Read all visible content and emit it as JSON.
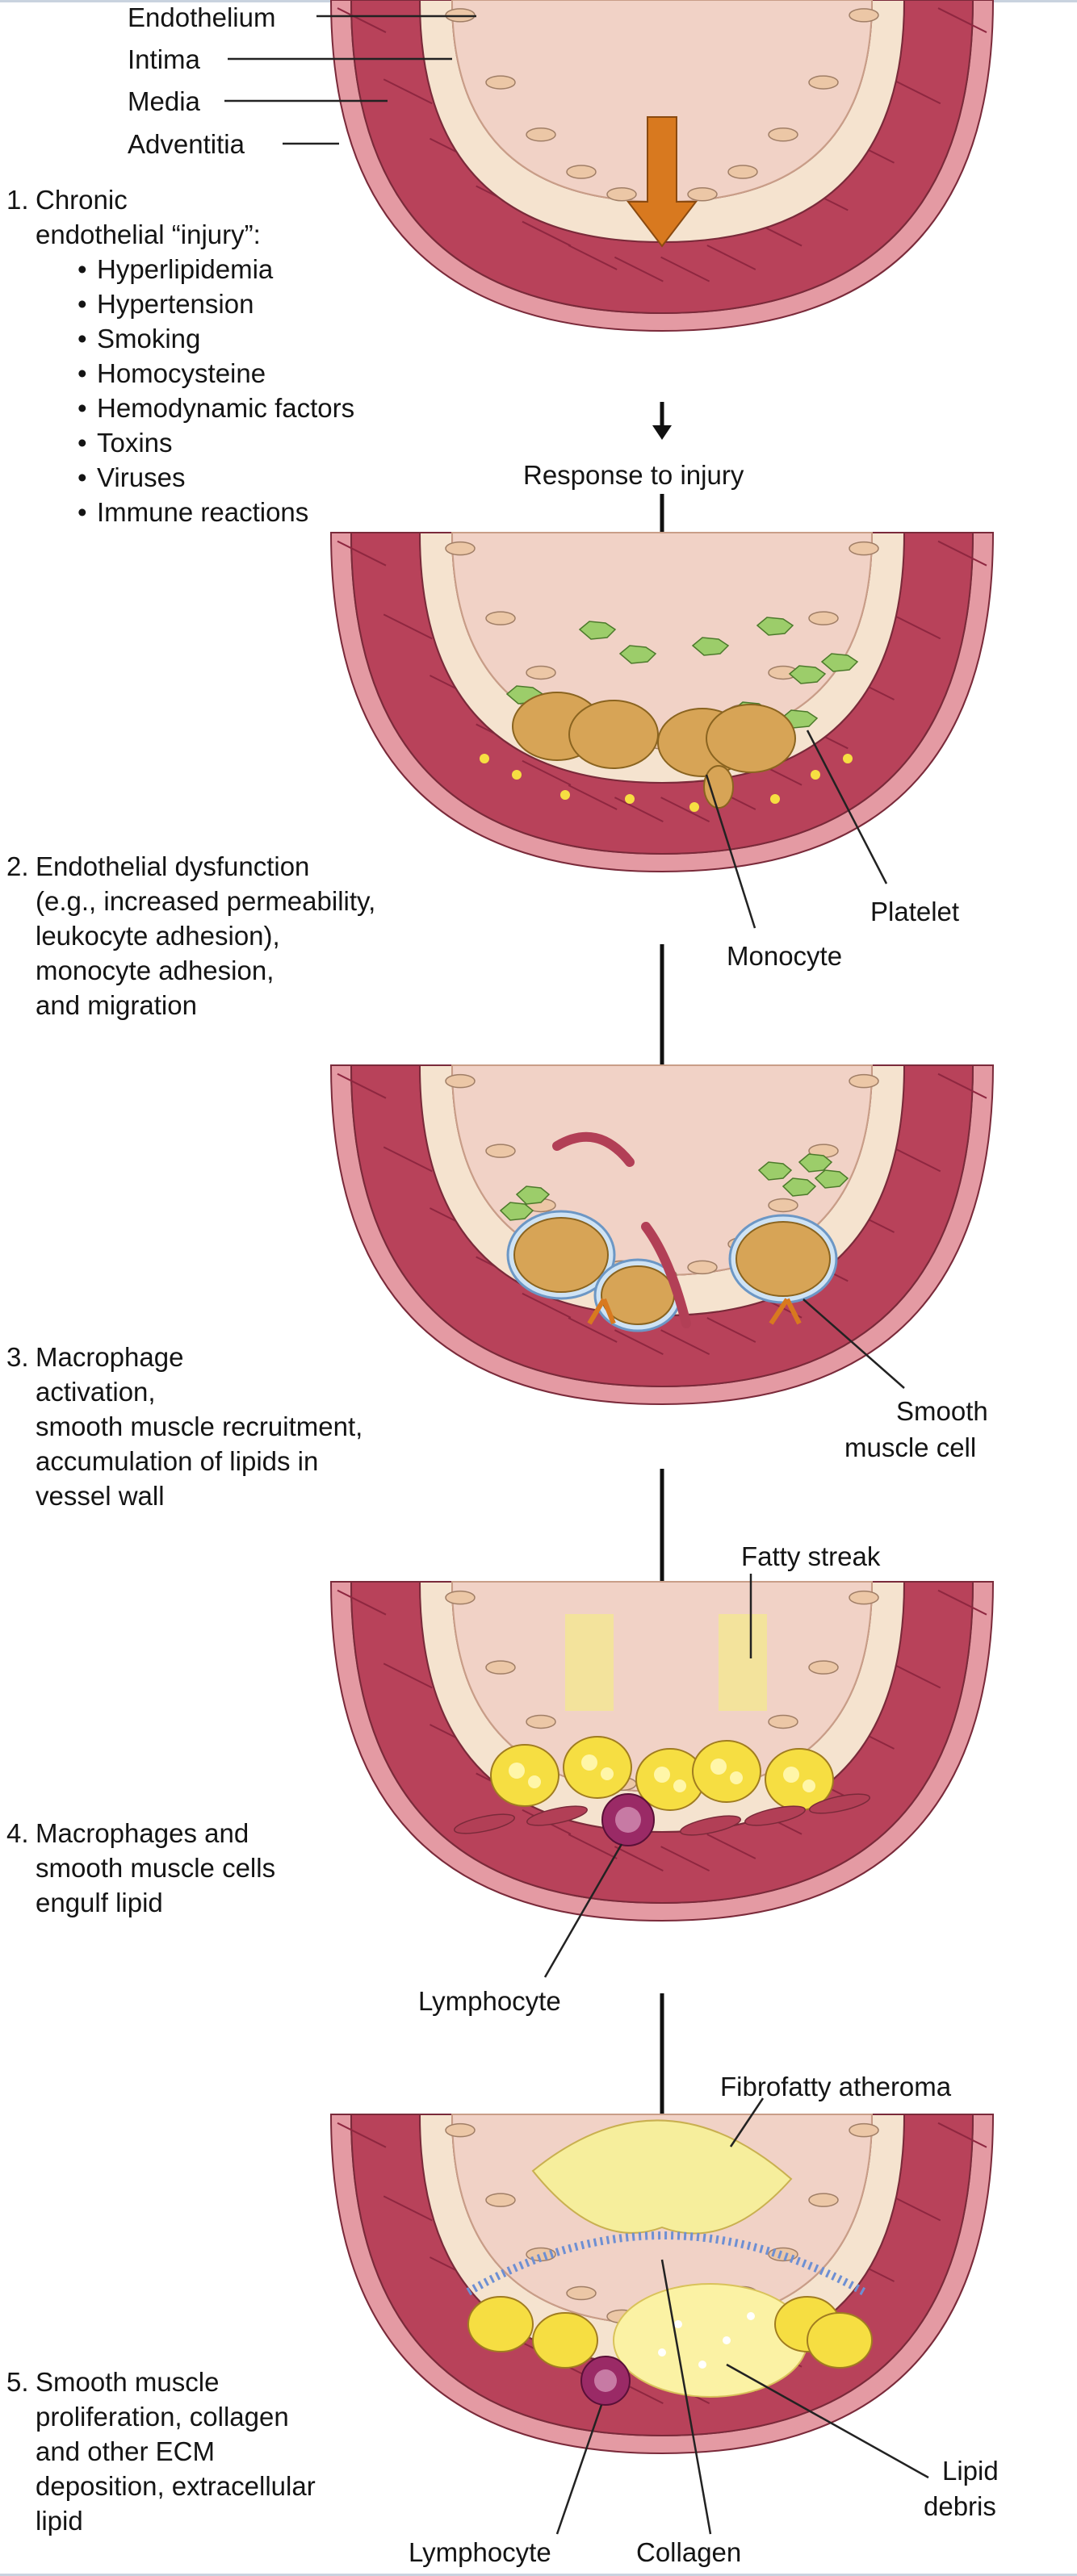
{
  "layer_labels": {
    "endothelium": "Endothelium",
    "intima": "Intima",
    "media": "Media",
    "adventitia": "Adventitia"
  },
  "steps": [
    {
      "number": "1.",
      "lines": [
        "Chronic",
        "endothelial “injury”:"
      ],
      "bullets": [
        "Hyperlipidemia",
        "Hypertension",
        "Smoking",
        "Homocysteine",
        "Hemodynamic factors",
        "Toxins",
        "Viruses",
        "Immune reactions"
      ]
    },
    {
      "number": "2.",
      "lines": [
        "Endothelial dysfunction",
        "(e.g., increased permeability,",
        "leukocyte adhesion),",
        "monocyte adhesion,",
        "and migration"
      ]
    },
    {
      "number": "3.",
      "lines": [
        "Macrophage",
        "activation,",
        "smooth muscle recruitment,",
        "accumulation of lipids in",
        "vessel wall"
      ]
    },
    {
      "number": "4.",
      "lines": [
        "Macrophages and",
        "smooth muscle cells",
        "engulf lipid"
      ]
    },
    {
      "number": "5.",
      "lines": [
        "Smooth muscle",
        "proliferation, collagen",
        "and other ECM",
        "deposition, extracellular",
        "lipid"
      ]
    }
  ],
  "transition": "Response to injury",
  "callouts": {
    "platelet": "Platelet",
    "monocyte": "Monocyte",
    "smooth_muscle_cell": [
      "Smooth",
      "muscle cell"
    ],
    "fatty_streak": "Fatty streak",
    "lymphocyte_4": "Lymphocyte",
    "fibrofatty_atheroma": "Fibrofatty atheroma",
    "lipid_debris": [
      "Lipid",
      "debris"
    ],
    "lymphocyte_5": "Lymphocyte",
    "collagen": "Collagen"
  },
  "colors": {
    "adventitia": "#e49aa3",
    "media": "#b8425a",
    "intima": "#f5e3cf",
    "lumen": "#f1d2c6",
    "endothelium": "#ecc7a6",
    "platelet": "#9ccd6a",
    "monocyte": "#d7a456",
    "lipid": "#f6de42",
    "lymphocyte": "#9a2a66",
    "collagen": "#6d8fd3",
    "arrow": "#d8791f"
  }
}
